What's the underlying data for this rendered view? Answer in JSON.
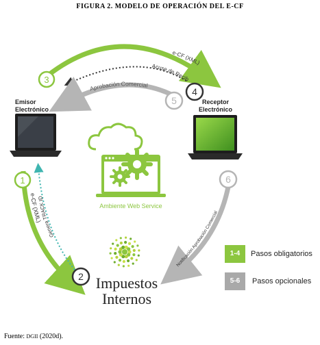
{
  "figure": {
    "title": "FIGURA 2. MODELO DE OPERACIÓN DEL E-CF"
  },
  "nodes": {
    "emisor": [
      "Emisor",
      "Electrónico"
    ],
    "receptor": [
      "Receptor",
      "Electrónico"
    ],
    "ambiente": "Ambiente Web Service",
    "impuestos": [
      "Impuestos",
      "Internos"
    ]
  },
  "steps": [
    "1",
    "2",
    "3",
    "4",
    "5",
    "6"
  ],
  "arrows": {
    "ecf_xml_top": "e-CF (XML)",
    "acuse": "Acuse de Recibo",
    "aprobacion": "Aprobación Comercial",
    "ecf_xml_left": "e-CF (XML)",
    "track_id": "Genera TRACK ID",
    "notificacion": "Notificación Aprobación Comercial"
  },
  "legend": [
    {
      "box": "1-4",
      "text": "Pasos obligatorios",
      "color": "#8cc63f"
    },
    {
      "box": "5-6",
      "text": "Pasos opcionales",
      "color": "#a9a9a9"
    }
  ],
  "source": {
    "prefix": "Fuente: ",
    "org": "DGII",
    "suffix": " (2020d)."
  },
  "colors": {
    "green": "#8cc63f",
    "gray": "#b5b5b5",
    "teal": "#3fb5b0",
    "dark": "#333333"
  }
}
